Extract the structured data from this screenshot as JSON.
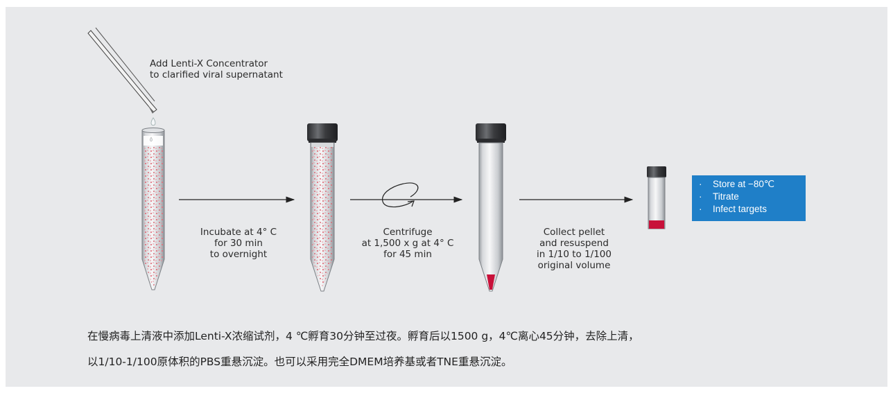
{
  "step1_label": [
    "Add Lenti-X Concentrator",
    "to clarified viral supernatant"
  ],
  "incubate_label": [
    "Incubate at 4° C",
    "for 30 min",
    "to overnight"
  ],
  "centrifuge_label": [
    "Centrifuge",
    "at 1,500 x g at 4° C",
    "for 45 min"
  ],
  "collect_label": [
    "Collect pellet",
    "and resuspend",
    "in 1/10 to 1/100",
    "original volume"
  ],
  "storage_items": [
    "Store at −80℃",
    "Titrate",
    "Infect targets"
  ],
  "caption": [
    "在慢病毒上清液中添加Lenti-X浓缩试剂，4 ℃孵育30分钟至过夜。孵育后以1500 g，4℃离心45分钟，去除上清，",
    "以1/10-1/100原体积的PBS重悬沉淀。也可以采用完全DMEM培养基或者TNE重悬沉淀。"
  ],
  "colors": {
    "panel": "#e8e9eb",
    "info_box": "#1f7fc8",
    "pellet": "#c8113a",
    "dots": "#e0737f"
  }
}
